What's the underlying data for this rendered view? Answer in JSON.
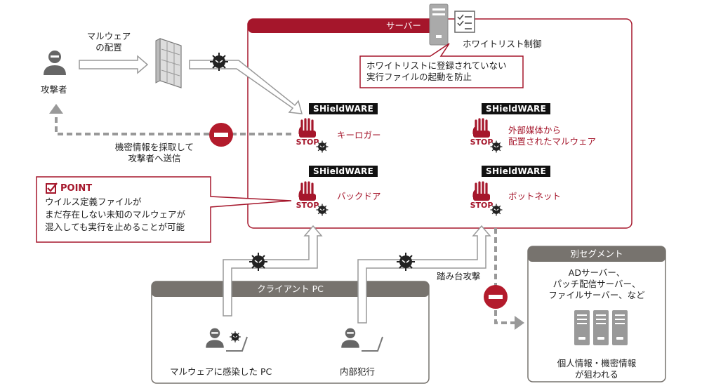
{
  "attacker": {
    "label": "攻撃者",
    "malware_deploy_line1": "マルウェア",
    "malware_deploy_line2": "の配置",
    "exfil_line1": "機密情報を採取して",
    "exfil_line2": "攻撃者へ送信"
  },
  "server": {
    "title": "サーバー",
    "whitelist_label": "ホワイトリスト制御",
    "callout_line1": "ホワイトリストに登録されていない",
    "callout_line2": "実行ファイルの起動を防止",
    "product": "SHieldWARE",
    "threats": [
      "キーロガー",
      "バックドア",
      "外部媒体から",
      "配置されたマルウェア",
      "ボットネット"
    ],
    "stop_word": "STOP"
  },
  "point": {
    "title": "POINT",
    "line1": "ウイルス定義ファイルが",
    "line2": "まだ存在しない未知のマルウェアが",
    "line3": "混入しても実行を止めることが可能"
  },
  "client": {
    "title": "クライアント PC",
    "infected_pc": "マルウェアに感染した PC",
    "insider": "内部犯行",
    "stepping_stone": "踏み台攻撃"
  },
  "segment": {
    "title": "別セグメント",
    "line1": "ADサーバー、",
    "line2": "パッチ配信サーバー、",
    "line3": "ファイルサーバー、など",
    "target_line1": "個人情報・機密情報",
    "target_line2": "が狙われる"
  },
  "colors": {
    "accent_red": "#a5162b",
    "block_red": "#b31b2c",
    "panel_gray": "#77736e",
    "arrow_gray": "#9a9a9a"
  }
}
